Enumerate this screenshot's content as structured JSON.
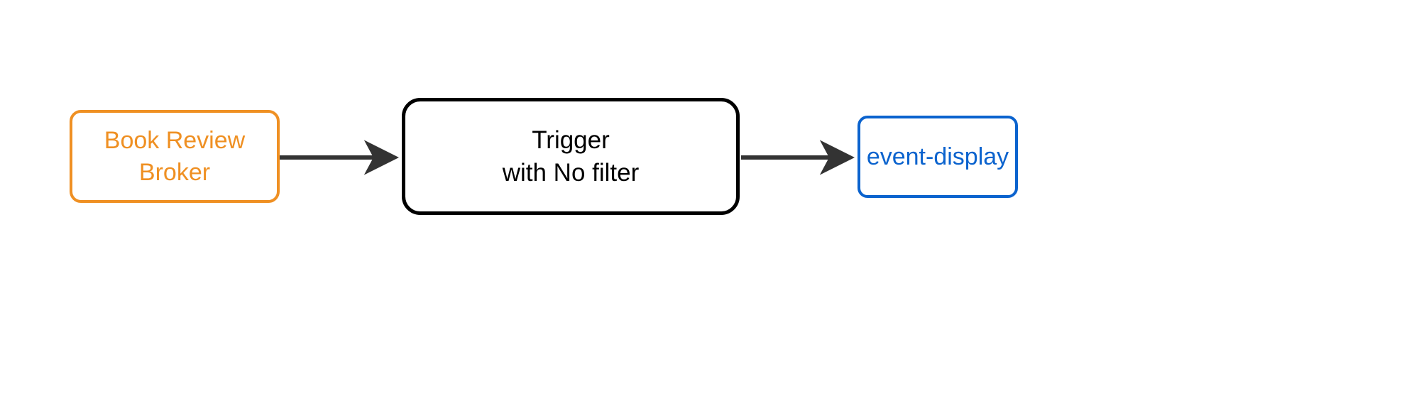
{
  "diagram": {
    "type": "flow-diagram",
    "orientation": "left-to-right",
    "background_color": "#ffffff",
    "nodes": [
      {
        "id": "source",
        "label": "Book Review\nBroker",
        "shape": "rounded-rectangle",
        "border_color": "#ef9023",
        "text_color": "#ef9023",
        "fill_color": "#ffffff"
      },
      {
        "id": "trigger",
        "label": "Trigger\nwith No filter",
        "shape": "rounded-rectangle",
        "border_color": "#000000",
        "text_color": "#000000",
        "fill_color": "#ffffff"
      },
      {
        "id": "sink",
        "label": "event-display",
        "shape": "rounded-rectangle",
        "border_color": "#0b63ce",
        "text_color": "#0b63ce",
        "fill_color": "#ffffff"
      }
    ],
    "edges": [
      {
        "id": "edge-source-to-trigger",
        "from": "source",
        "to": "trigger",
        "label": "",
        "color": "#333333",
        "arrowhead": "filled-concave"
      },
      {
        "id": "edge-trigger-to-sink",
        "from": "trigger",
        "to": "sink",
        "label": "",
        "color": "#333333",
        "arrowhead": "filled-concave"
      }
    ]
  }
}
